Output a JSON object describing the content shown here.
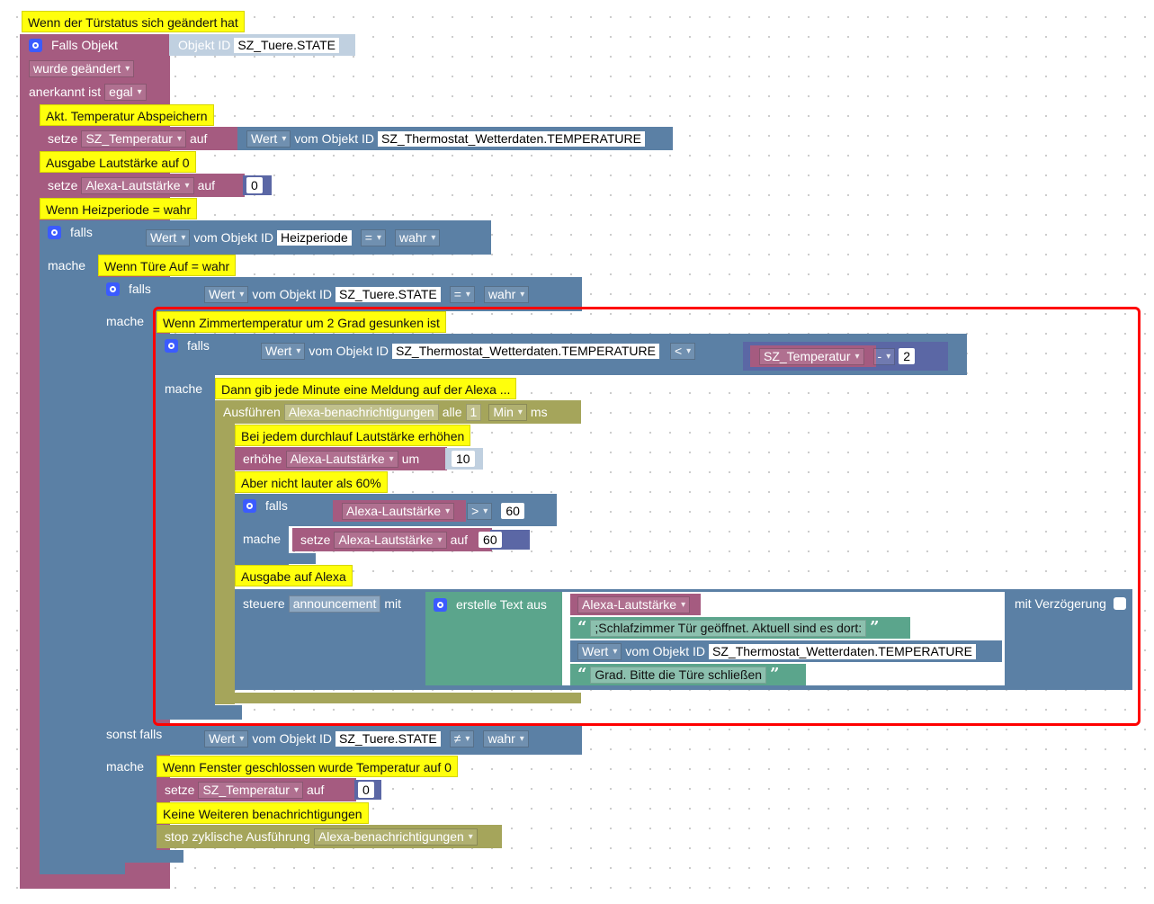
{
  "comments": {
    "turstatus": "Wenn der Türstatus sich geändert hat",
    "akt_temp": "Akt. Temperatur Abspeichern",
    "ausgabe_laut": "Ausgabe Lautstärke auf 0",
    "heizperiode": "Wenn Heizperiode = wahr",
    "tuere_auf": "Wenn Türe Auf = wahr",
    "zimmertemp": "Wenn Zimmertemperatur um 2 Grad gesunken ist",
    "jede_minute": "Dann gib jede Minute eine Meldung auf der Alexa ...",
    "durchlauf": "Bei jedem durchlauf Lautstärke erhöhen",
    "nicht_lauter": "Aber nicht lauter als 60%",
    "ausgabe_alexa": "Ausgabe auf Alexa",
    "fenster": "Wenn Fenster geschlossen wurde Temperatur auf 0",
    "keine_weiteren": "Keine Weiteren benachrichtigungen"
  },
  "trigger": {
    "falls_objekt": "Falls Objekt",
    "objekt_id_label": "Objekt ID",
    "objekt_id_value": "SZ_Tuere.STATE",
    "wurde_geaendert": "wurde geändert",
    "anerkannt_ist": "anerkannt ist",
    "egal": "egal"
  },
  "set_temp": {
    "setze": "setze",
    "var": "SZ_Temperatur",
    "auf": "auf",
    "wert": "Wert",
    "vom_objekt_id": "vom Objekt ID",
    "obj": "SZ_Thermostat_Wetterdaten.TEMPERATURE"
  },
  "set_laut": {
    "setze": "setze",
    "var": "Alexa-Lautstärke",
    "auf": "auf",
    "value": "0"
  },
  "if_heiz": {
    "falls": "falls",
    "wert": "Wert",
    "vom_objekt_id": "vom Objekt ID",
    "obj": "Heizperiode",
    "op": "=",
    "val": "wahr",
    "mache": "mache"
  },
  "if_tuere": {
    "falls": "falls",
    "wert": "Wert",
    "vom_objekt_id": "vom Objekt ID",
    "obj": "SZ_Tuere.STATE",
    "op": "=",
    "val": "wahr",
    "mache": "mache"
  },
  "if_temp": {
    "falls": "falls",
    "wert": "Wert",
    "vom_objekt_id": "vom Objekt ID",
    "obj": "SZ_Thermostat_Wetterdaten.TEMPERATURE",
    "op": "<",
    "var": "SZ_Temperatur",
    "minus": "-",
    "num": "2",
    "mache": "mache"
  },
  "interval": {
    "ausfuehren": "Ausführen",
    "name": "Alexa-benachrichtigungen",
    "alle": "alle",
    "num": "1",
    "unit": "Min",
    "ms": "ms"
  },
  "increase": {
    "erhoehe": "erhöhe",
    "var": "Alexa-Lautstärke",
    "um": "um",
    "num": "10"
  },
  "if_60": {
    "falls": "falls",
    "var": "Alexa-Lautstärke",
    "op": ">",
    "num": "60",
    "mache": "mache",
    "setze": "setze",
    "set_var": "Alexa-Lautstärke",
    "auf": "auf",
    "set_num": "60"
  },
  "control": {
    "steuere": "steuere",
    "announcement": "announcement",
    "mit": "mit",
    "erstelle_text": "erstelle Text aus",
    "var": "Alexa-Lautstärke",
    "text1": ";Schlafzimmer Tür geöffnet. Aktuell sind es dort:",
    "wert": "Wert",
    "vom_objekt_id": "vom Objekt ID",
    "obj": "SZ_Thermostat_Wetterdaten.TEMPERATURE",
    "text2": "Grad. Bitte die Türe schließen",
    "mit_verzoegerung": "mit Verzögerung"
  },
  "sonst": {
    "sonst_falls": "sonst falls",
    "wert": "Wert",
    "vom_objekt_id": "vom Objekt ID",
    "obj": "SZ_Tuere.STATE",
    "op": "≠",
    "val": "wahr",
    "mache": "mache"
  },
  "set_temp0": {
    "setze": "setze",
    "var": "SZ_Temperatur",
    "auf": "auf",
    "value": "0"
  },
  "stop": {
    "label": "stop zyklische Ausführung",
    "name": "Alexa-benachrichtigungen"
  },
  "colors": {
    "event": "#a55b80",
    "logic": "#5b80a5",
    "math": "#5b67a5",
    "timer": "#a5a55b",
    "text": "#5ba58c",
    "comment": "#ffff0c",
    "highlight": "#ff0000"
  }
}
